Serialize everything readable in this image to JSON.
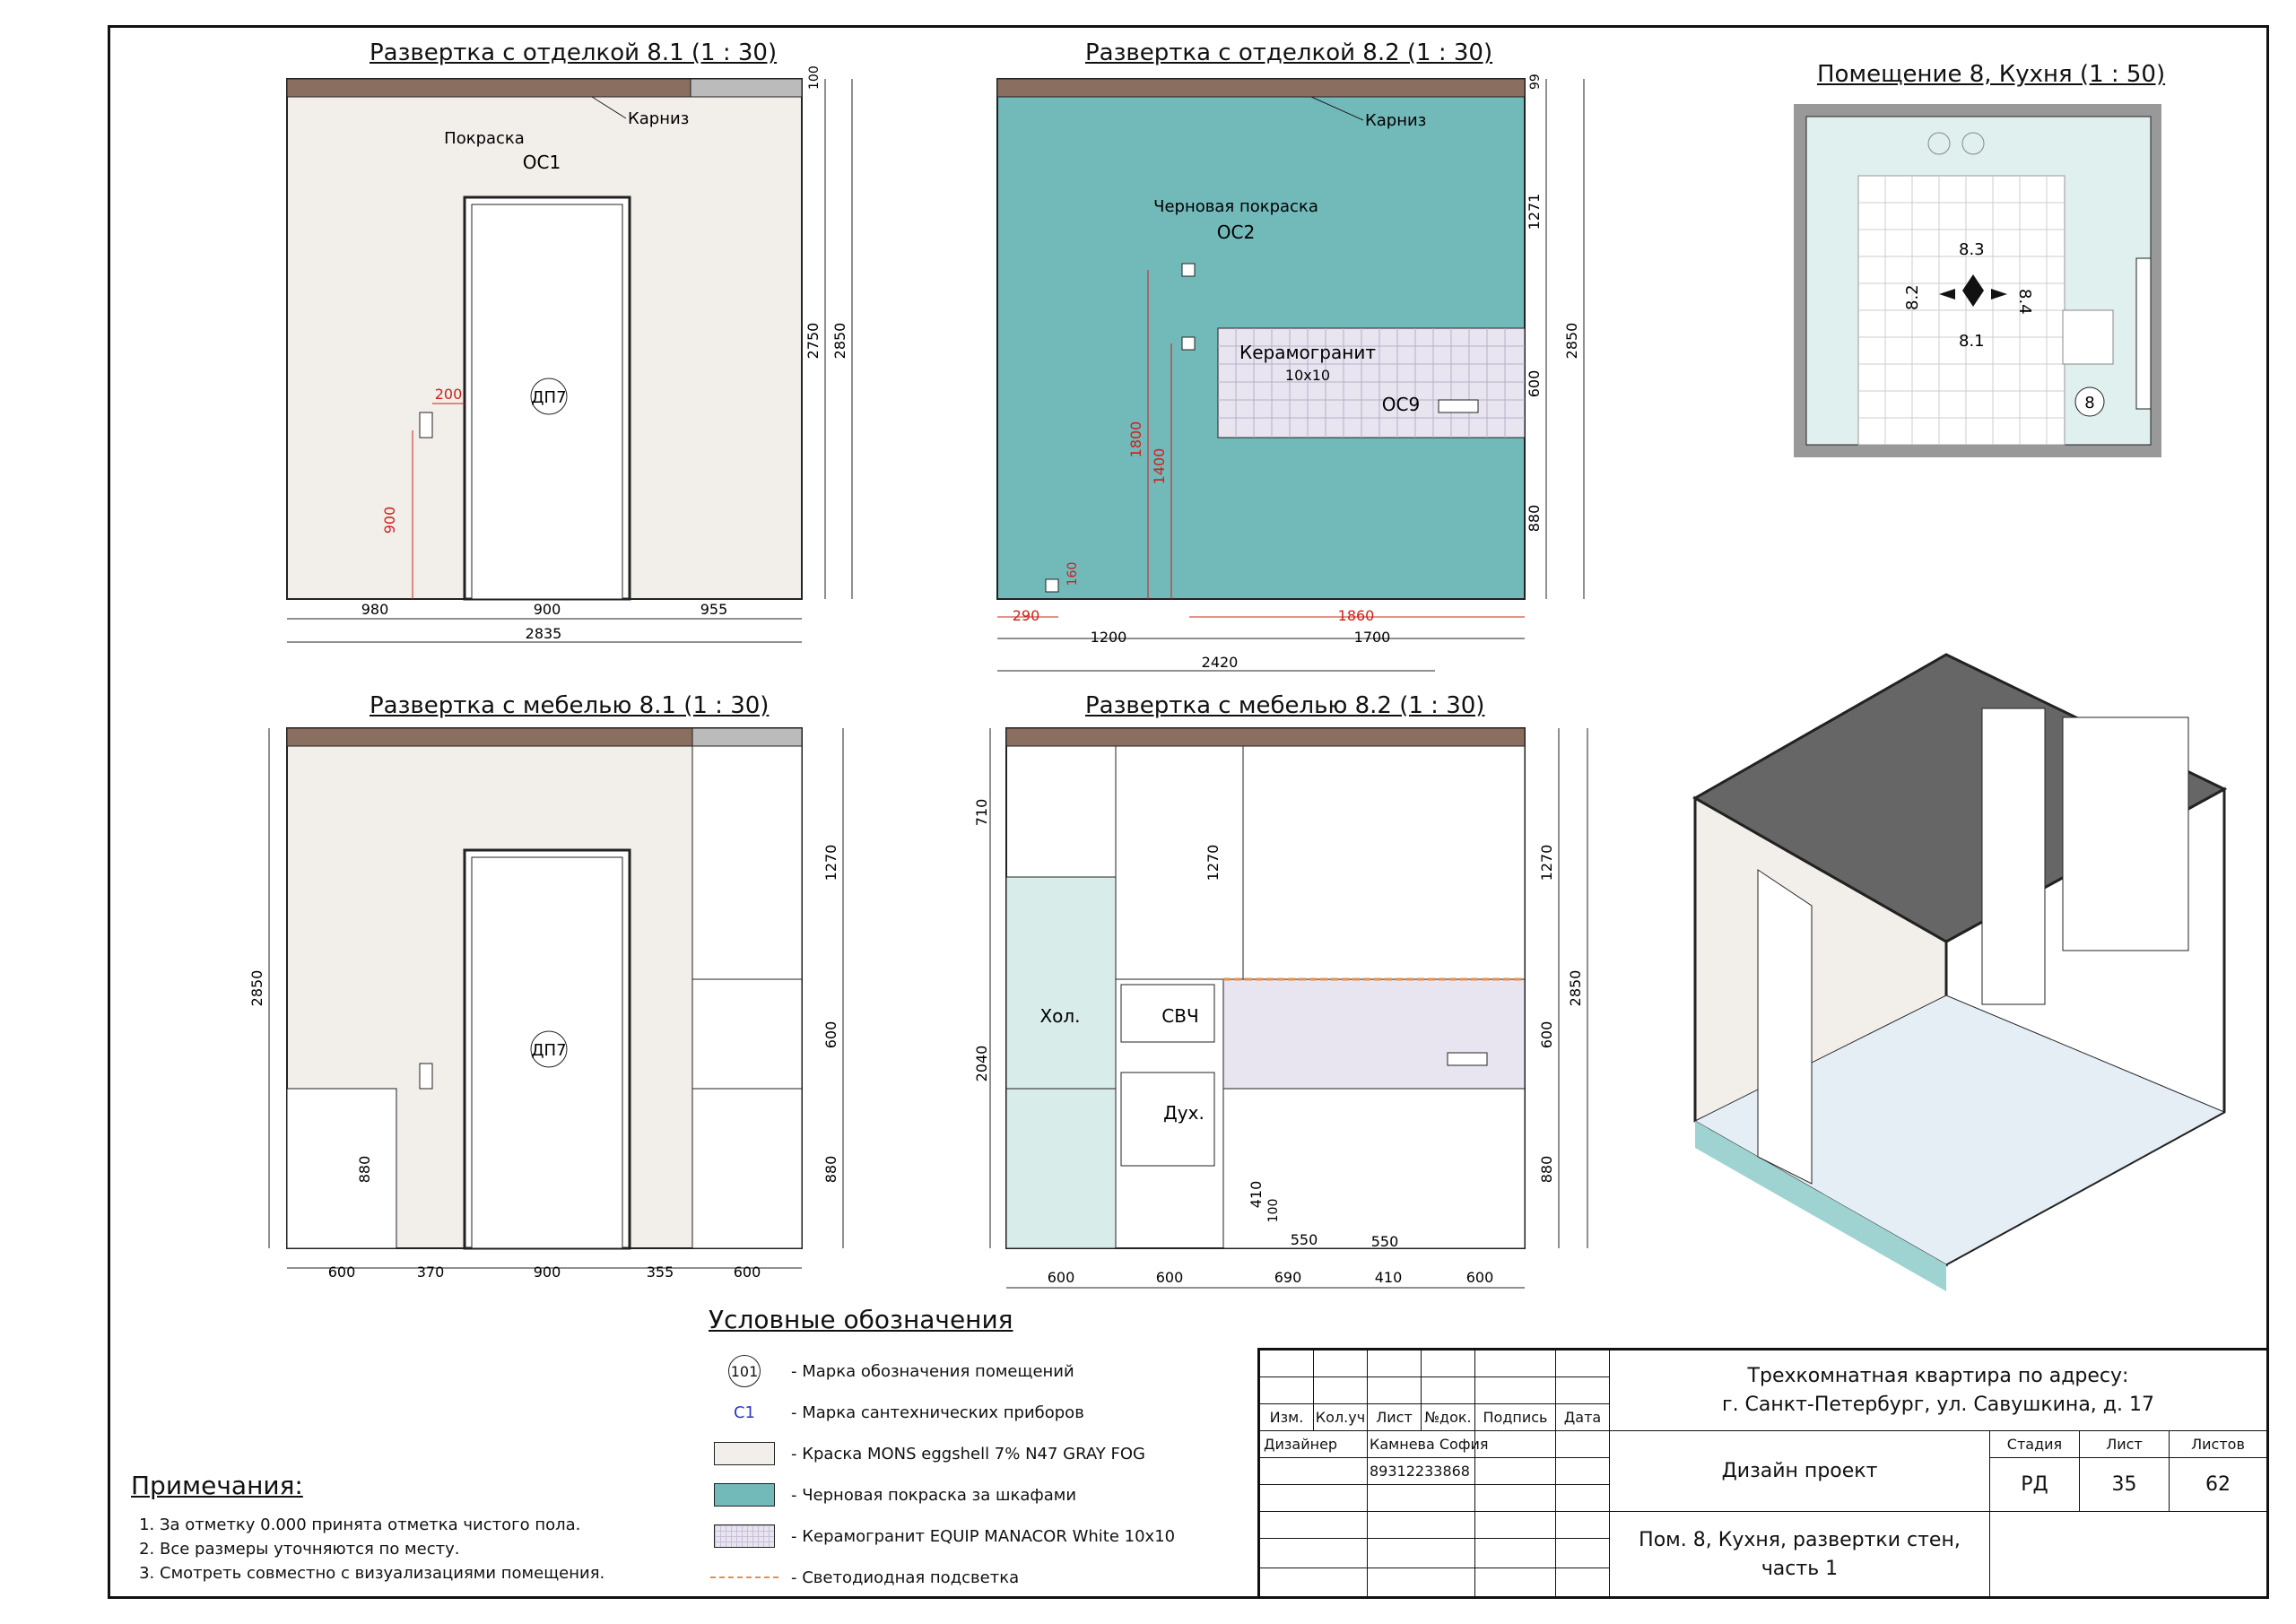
{
  "titles": {
    "e1": "Развертка с отделкой 8.1 (1 : 30)",
    "e2": "Развертка с отделкой 8.2 (1 : 30)",
    "plan": "Помещение 8, Кухня (1 : 50)",
    "m1": "Развертка с мебелью 8.1 (1 : 30)",
    "m2": "Развертка с мебелью 8.2 (1 : 30)"
  },
  "e1": {
    "cornice": "Карниз",
    "paint": "Покраска",
    "paint_code": "ОС1",
    "door": "ДП7",
    "dims": {
      "socket_x": "200",
      "socket_h": "900",
      "h_top": "100",
      "h_2750": "2750",
      "h_2850": "2850",
      "w1": "980",
      "w2": "900",
      "w3": "955",
      "total": "2835"
    }
  },
  "e2": {
    "cornice": "Карниз",
    "paint": "Черновая покраска",
    "paint_code": "ОС2",
    "tile": "Керамогранит",
    "tile_size": "10x10",
    "tile_code": "ОС9",
    "dims": {
      "h_top": "99",
      "h_1271": "1271",
      "h_600": "600",
      "h_880": "880",
      "h_2850": "2850",
      "s1800": "1800",
      "s1400": "1400",
      "s160": "160",
      "s290": "290",
      "s1860": "1860",
      "w1200": "1200",
      "w1700": "1700",
      "total": "2420"
    }
  },
  "plan": {
    "m_top": "8.3",
    "m_left": "8.2",
    "m_right": "8.4",
    "m_bottom": "8.1",
    "room": "8"
  },
  "m1": {
    "door": "ДП7",
    "dims": {
      "h_2850": "2850",
      "h_880": "880",
      "h_1270": "1270",
      "h_600": "600",
      "h_880r": "880",
      "w600a": "600",
      "w370": "370",
      "w900": "900",
      "w355": "355",
      "w600b": "600"
    }
  },
  "m2": {
    "fridge": "Хол.",
    "mw": "СВЧ",
    "oven": "Дух.",
    "dims": {
      "h710": "710",
      "h2040": "2040",
      "h1270l": "1270",
      "h1270": "1270",
      "h600": "600",
      "h880": "880",
      "h2850": "2850",
      "h410": "410",
      "h100": "100",
      "d550a": "550",
      "d550b": "550",
      "w600a": "600",
      "w600b": "600",
      "w690": "690",
      "w410": "410",
      "w600c": "600"
    }
  },
  "legend": {
    "title": "Условные обозначения",
    "room_mark": "101",
    "plumb_mark": "С1",
    "items": [
      "- Марка обозначения помещений",
      "- Марка сантехнических приборов",
      "- Краска MONS eggshell 7% N47 GRAY FOG",
      "- Черновая покраска за шкафами",
      "- Керамогранит EQUIP MANACOR White 10x10",
      "- Светодиодная подсветка"
    ]
  },
  "notes": {
    "title": "Примечания:",
    "items": [
      "За отметку 0.000 принята отметка чистого пола.",
      "Все размеры уточняются по месту.",
      "Смотреть совместно с визуализациями помещения."
    ]
  },
  "titleblock": {
    "h_izm": "Изм.",
    "h_kol": "Кол.уч",
    "h_list": "Лист",
    "h_doc": "№док.",
    "h_sign": "Подпись",
    "h_date": "Дата",
    "role": "Дизайнер",
    "name": "Камнева София",
    "phone": "89312233868",
    "project": "Трехкомнатная квартира по адресу:",
    "address": "г. Санкт-Петербург, ул. Савушкина, д. 17",
    "design": "Дизайн проект",
    "stage_h": "Стадия",
    "sheet_h": "Лист",
    "sheets_h": "Листов",
    "stage": "РД",
    "sheet": "35",
    "sheets": "62",
    "sheet_title": "Пом. 8, Кухня, развертки стен,",
    "sheet_title2": "часть 1"
  },
  "colors": {
    "paint": "#f2eee9",
    "rough": "#72b9ba",
    "tile": "#e8e4f0",
    "dim": "#d0201a",
    "led": "#e8904a"
  }
}
